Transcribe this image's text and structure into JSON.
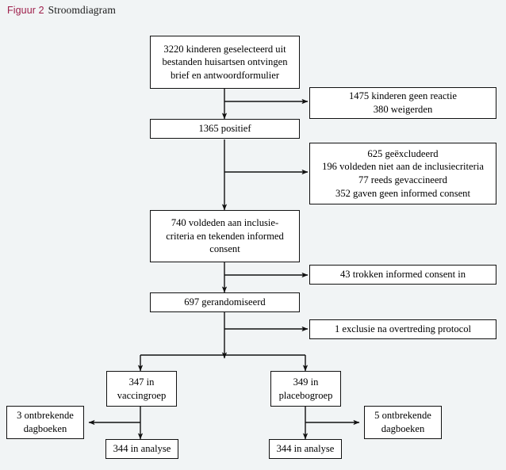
{
  "figure": {
    "label": "Figuur 2",
    "title": "Stroomdiagram",
    "label_color": "#9e1f4b",
    "background_color": "#f1f4f5",
    "box_fill": "#ffffff",
    "box_border": "#111111"
  },
  "nodes": {
    "selected": {
      "name": "selected-children",
      "lines": [
        "3220 kinderen geselecteerd uit",
        "bestanden huisartsen ontvingen",
        "brief en antwoordformulier"
      ]
    },
    "no_response": {
      "name": "no-response",
      "lines": [
        "1475 kinderen geen reactie",
        "380 weigerden"
      ]
    },
    "positive": {
      "name": "positive",
      "lines": [
        "1365 positief"
      ]
    },
    "excluded": {
      "name": "excluded",
      "lines": [
        "625 geëxcludeerd",
        "196 voldeden niet aan de inclusiecriteria",
        "77 reeds gevaccineerd",
        "352 gaven geen informed consent"
      ]
    },
    "met_criteria": {
      "name": "met-inclusion-criteria",
      "lines": [
        "740 voldeden aan inclusie-",
        "criteria en tekenden informed",
        "consent"
      ]
    },
    "withdrew_consent": {
      "name": "withdrew-consent",
      "lines": [
        "43 trokken informed consent in"
      ]
    },
    "randomised": {
      "name": "randomised",
      "lines": [
        "697 gerandomiseerd"
      ]
    },
    "protocol_violation": {
      "name": "protocol-violation-exclusion",
      "lines": [
        "1 exclusie na overtreding protocol"
      ]
    },
    "vaccine_group": {
      "name": "vaccine-group",
      "lines": [
        "347 in",
        "vaccingroep"
      ]
    },
    "placebo_group": {
      "name": "placebo-group",
      "lines": [
        "349 in",
        "placebogroep"
      ]
    },
    "missing_diaries_left": {
      "name": "missing-diaries-vaccine",
      "lines": [
        "3 ontbrekende",
        "dagboeken"
      ]
    },
    "missing_diaries_right": {
      "name": "missing-diaries-placebo",
      "lines": [
        "5 ontbrekende",
        "dagboeken"
      ]
    },
    "analysed_left": {
      "name": "analysed-vaccine",
      "lines": [
        "344 in analyse"
      ]
    },
    "analysed_right": {
      "name": "analysed-placebo",
      "lines": [
        "344 in analyse"
      ]
    }
  },
  "chart_data": {
    "type": "diagram",
    "title": "Stroomdiagram",
    "flow": [
      {
        "step": "3220 kinderen geselecteerd uit bestanden huisartsen ontvingen brief en antwoordformulier",
        "n": 3220
      },
      {
        "step": "1475 kinderen geen reactie",
        "n": 1475,
        "branch": "exclusion"
      },
      {
        "step": "380 weigerden",
        "n": 380,
        "branch": "exclusion"
      },
      {
        "step": "1365 positief",
        "n": 1365
      },
      {
        "step": "625 geëxcludeerd",
        "n": 625,
        "branch": "exclusion"
      },
      {
        "step": "196 voldeden niet aan de inclusiecriteria",
        "n": 196,
        "branch": "exclusion"
      },
      {
        "step": "77 reeds gevaccineerd",
        "n": 77,
        "branch": "exclusion"
      },
      {
        "step": "352 gaven geen informed consent",
        "n": 352,
        "branch": "exclusion"
      },
      {
        "step": "740 voldeden aan inclusiecriteria en tekenden informed consent",
        "n": 740
      },
      {
        "step": "43 trokken informed consent in",
        "n": 43,
        "branch": "exclusion"
      },
      {
        "step": "697 gerandomiseerd",
        "n": 697
      },
      {
        "step": "1 exclusie na overtreding protocol",
        "n": 1,
        "branch": "exclusion"
      },
      {
        "step": "347 in vaccingroep",
        "n": 347,
        "arm": "vaccine"
      },
      {
        "step": "349 in placebogroep",
        "n": 349,
        "arm": "placebo"
      },
      {
        "step": "3 ontbrekende dagboeken",
        "n": 3,
        "arm": "vaccine",
        "branch": "exclusion"
      },
      {
        "step": "5 ontbrekende dagboeken",
        "n": 5,
        "arm": "placebo",
        "branch": "exclusion"
      },
      {
        "step": "344 in analyse",
        "n": 344,
        "arm": "vaccine"
      },
      {
        "step": "344 in analyse",
        "n": 344,
        "arm": "placebo"
      }
    ]
  }
}
